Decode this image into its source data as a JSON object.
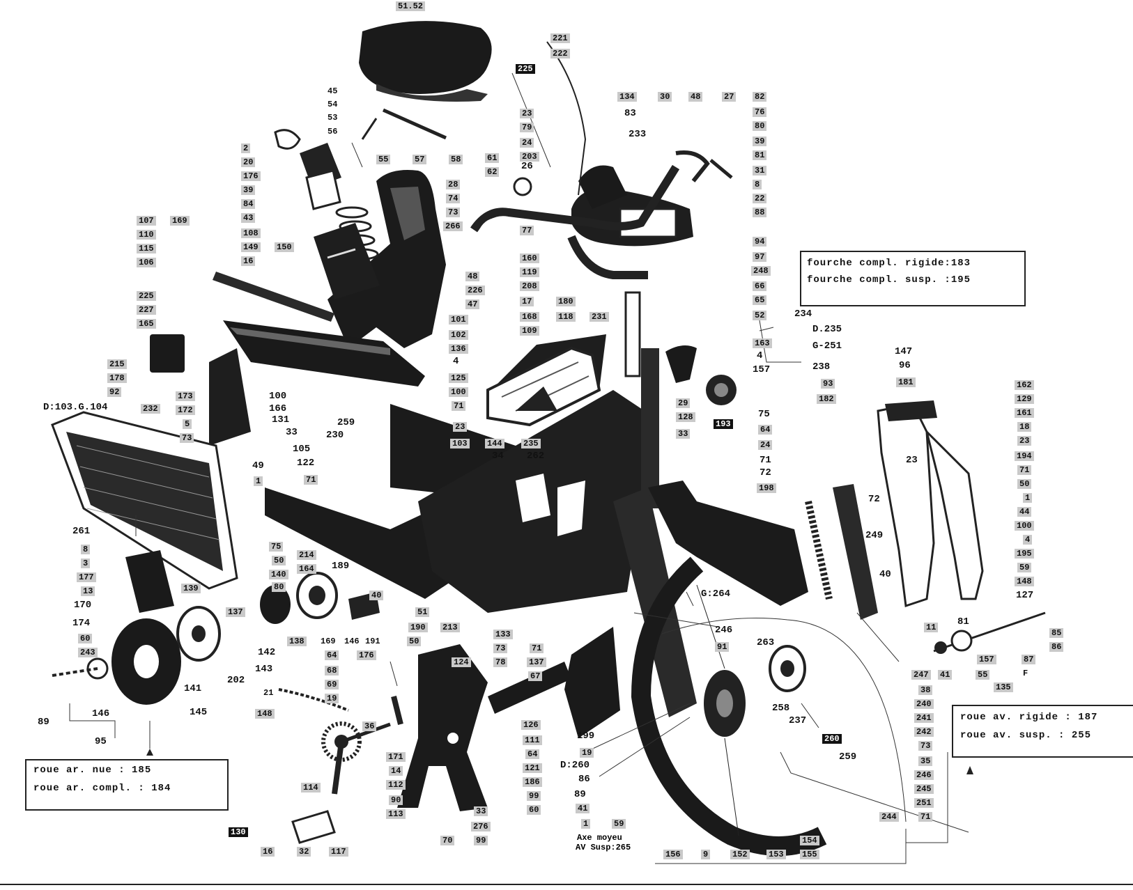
{
  "boxes": {
    "fourche": [
      "fourche  compl. rigide:183",
      "fourche  compl. susp. :195"
    ],
    "roue_ar": [
      "roue  ar. nue     : 185",
      "roue  ar. compl. : 184"
    ],
    "roue_av": [
      "roue  av. rigide : 187",
      "roue  av. susp.  : 255"
    ]
  },
  "notes": {
    "axe_line1": "Axe moyeu",
    "axe_line2": "AV Susp:265"
  },
  "labels": {
    "top": "51.52",
    "s221": "221",
    "s222": "222",
    "s225": "225",
    "s134": "134",
    "s30": "30",
    "s48": "48",
    "s27": "27",
    "s82": "82",
    "s83": "83",
    "s233": "233",
    "s76a": "76",
    "s80": "80",
    "s39": "39",
    "s81": "81",
    "s31": "31",
    "s8": "8",
    "s22": "22",
    "s88": "88",
    "s45": "45",
    "s54": "54",
    "s53": "53",
    "s56": "56",
    "s23a": "23",
    "s79": "79",
    "s24a": "24",
    "s203": "203",
    "s55": "55",
    "s57": "57",
    "s58": "58",
    "s61": "61",
    "s62": "62",
    "s26": "26",
    "s28": "28",
    "s74": "74",
    "s73": "73",
    "s266": "266",
    "s2": "2",
    "s20": "20",
    "s176": "176",
    "s39b": "39",
    "s84": "84",
    "s43": "43",
    "s108": "108",
    "s149": "149",
    "s150": "150",
    "s16": "16",
    "s107": "107",
    "s169": "169",
    "s110": "110",
    "s115": "115",
    "s106": "106",
    "s77": "77",
    "s160": "160",
    "s119": "119",
    "s208": "208",
    "s17": "17",
    "s180": "180",
    "s118": "118",
    "s231": "231",
    "s168": "168",
    "s109": "109",
    "s48b": "48",
    "s226": "226",
    "s47": "47",
    "s94": "94",
    "s97": "97",
    "s248": "248",
    "s66": "66",
    "s65": "65",
    "s52": "52",
    "s225b": "225",
    "s227": "227",
    "s165": "165",
    "s101": "101",
    "s102": "102",
    "s136": "136",
    "s4a": "4",
    "s125": "125",
    "s100a": "100",
    "s71a": "71",
    "s163": "163",
    "s4b": "4",
    "s157": "157",
    "s234": "234",
    "sD235": "D.235",
    "sG251": "G-251",
    "s238": "238",
    "s93": "93",
    "s182": "182",
    "s147": "147",
    "s96": "96",
    "s181": "181",
    "s215": "215",
    "s178": "178",
    "s92": "92",
    "sD103": "D:103.G.104",
    "s232": "232",
    "s173": "173",
    "s172": "172",
    "s5": "5",
    "s73b": "73",
    "s100b": "100",
    "s166": "166",
    "s131": "131",
    "s33a": "33",
    "s259a": "259",
    "s230": "230",
    "s29": "29",
    "s128": "128",
    "s33b": "33",
    "s193": "193",
    "s75": "75",
    "s64": "64",
    "s24b": "24",
    "s71b": "71",
    "s72a": "72",
    "s198": "198",
    "s23b": "23",
    "s103": "103",
    "s144": "144",
    "s235": "235",
    "s34": "34",
    "s262": "262",
    "s49": "49",
    "s1": "1",
    "s105": "105",
    "s122": "122",
    "s71c": "71",
    "s162": "162",
    "s129": "129",
    "s161": "161",
    "s18": "18",
    "s23c": "23",
    "s194": "194",
    "s71d": "71",
    "s50a": "50",
    "s1b": "1",
    "s44": "44",
    "s100c": "100",
    "s4c": "4",
    "s195": "195",
    "s59": "59",
    "s148": "148",
    "s23d": "23",
    "s72b": "72",
    "s249": "249",
    "s261": "261",
    "s8b": "8",
    "s3": "3",
    "s177": "177",
    "s13": "13",
    "s170": "170",
    "s174": "174",
    "s60": "60",
    "s243": "243",
    "s75b": "75",
    "s50b": "50",
    "s140": "140",
    "s80b": "80",
    "s214": "214",
    "s164": "164",
    "s189": "189",
    "s139": "139",
    "s40a": "40",
    "s40b": "40",
    "s127": "127",
    "s51": "51",
    "s190": "190",
    "s213": "213",
    "s50c": "50",
    "s138": "138",
    "s169b": "169",
    "s146": "146",
    "s191": "191",
    "s137": "137",
    "s142": "142",
    "s143": "143",
    "s202": "202",
    "s141": "141",
    "s145": "145",
    "s146b": "146",
    "s89": "89",
    "s95": "95",
    "s64b": "64",
    "s176b": "176",
    "s68": "68",
    "s124": "124",
    "s69": "69",
    "s19": "19",
    "s133": "133",
    "s73c": "73",
    "s71e": "71",
    "s78": "78",
    "s137b": "137",
    "s67": "67",
    "s21": "21",
    "s148b": "148",
    "sG264": "G:264",
    "s246": "246",
    "s91": "91",
    "s263": "263",
    "s11": "11",
    "s81b": "81",
    "s85": "85",
    "s86": "86",
    "s157b": "157",
    "s41": "41",
    "s55b": "55",
    "s87": "87",
    "sF": "F",
    "s135": "135",
    "s247": "247",
    "s38": "38",
    "s240": "240",
    "s241": "241",
    "s242": "242",
    "s73d": "73",
    "s35": "35",
    "s246b": "246",
    "s245": "245",
    "s251": "251",
    "s244": "244",
    "s71f": "71",
    "s258": "258",
    "s237": "237",
    "s260": "260",
    "s259b": "259",
    "s199": "199",
    "s19b": "19",
    "sD260": "D:260",
    "s86b": "86",
    "s89b": "89",
    "s41b": "41",
    "s1c": "1",
    "s59b": "59",
    "s126": "126",
    "s111": "111",
    "s64c": "64",
    "s121": "121",
    "s186": "186",
    "s99": "99",
    "s60b": "60",
    "s171": "171",
    "s14": "14",
    "s112": "112",
    "s90": "90",
    "s113": "113",
    "s36": "36",
    "s114": "114",
    "s70": "70",
    "s33c": "33",
    "s276": "276",
    "s99b": "99",
    "s130": "130",
    "s16b": "16",
    "s32": "32",
    "s117": "117",
    "s156": "156",
    "s9": "9",
    "s152": "152",
    "s153": "153",
    "s154": "154",
    "s155": "155"
  }
}
